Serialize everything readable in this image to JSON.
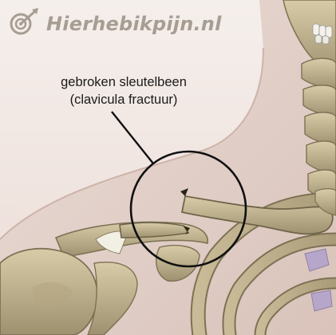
{
  "logo": {
    "text": "Hierhebikpijn.nl",
    "color": "#a79d93"
  },
  "annotation": {
    "line1": "gebroken sleutelbeen",
    "line2": "(clavicula fractuur)"
  },
  "colors": {
    "background": "#f3ece8",
    "skin": "#e7d9d2",
    "bone": "#cbbd98",
    "bone_shadow": "#8f8262",
    "cartilage": "#b6a6c9",
    "line": "#111111"
  }
}
